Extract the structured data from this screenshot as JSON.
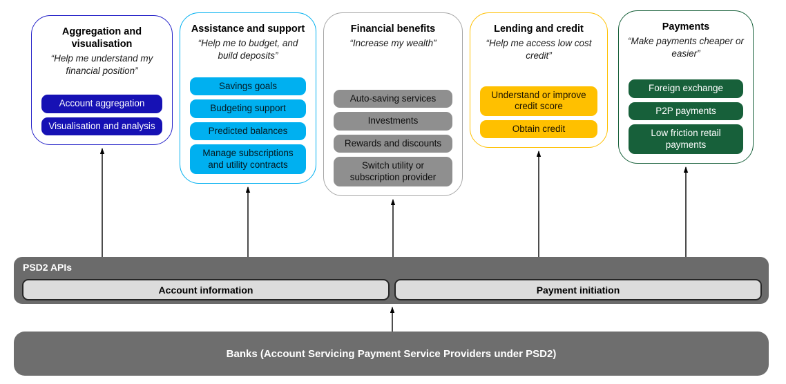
{
  "colors": {
    "blue_fill": "#1611b4",
    "blue_border": "#2320c8",
    "blue_text": "#ffffff",
    "cyan_fill": "#00b0f0",
    "cyan_border": "#00b0f0",
    "cyan_text": "#031a22",
    "gray_fill": "#8f8f8f",
    "gray_border": "#a6a6a6",
    "gray_text": "#0d0d0d",
    "amber_fill": "#ffc000",
    "amber_border": "#ffc000",
    "amber_text": "#1a1200",
    "green_fill": "#17603a",
    "green_border": "#17603a",
    "green_text": "#ffffff",
    "bar_dark": "#6b6b6b",
    "pill_light": "#dcdcdc",
    "pill_border": "#262626"
  },
  "categories": [
    {
      "title": "Aggregation and visualisation",
      "quote": "“Help me understand my financial position”",
      "accent": "blue",
      "items": [
        "Account aggregation",
        "Visualisation and analysis"
      ]
    },
    {
      "title": "Assistance and support",
      "quote": "“Help me to budget, and build deposits”",
      "accent": "cyan",
      "items": [
        "Savings goals",
        "Budgeting support",
        "Predicted balances",
        "Manage subscriptions and utility contracts"
      ]
    },
    {
      "title": "Financial benefits",
      "quote": "“Increase my wealth”",
      "accent": "gray",
      "items": [
        "Auto-saving services",
        "Investments",
        "Rewards and discounts",
        "Switch utility or subscription provider"
      ]
    },
    {
      "title": "Lending and credit",
      "quote": "“Help me access low cost credit”",
      "accent": "amber",
      "items": [
        "Understand or improve credit score",
        "Obtain credit"
      ]
    },
    {
      "title": "Payments",
      "quote": "“Make payments cheaper or easier”",
      "accent": "green",
      "items": [
        "Foreign exchange",
        "P2P payments",
        "Low friction retail payments"
      ]
    }
  ],
  "psd2": {
    "label": "PSD2 APIs",
    "apis": [
      "Account information",
      "Payment initiation"
    ]
  },
  "banks": {
    "label": "Banks (Account Servicing Payment Service Providers under PSD2)"
  }
}
